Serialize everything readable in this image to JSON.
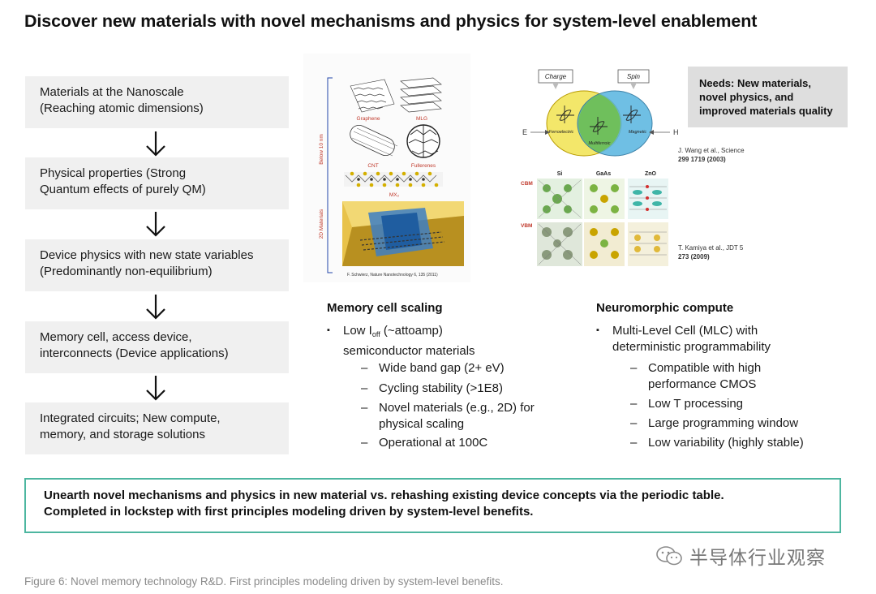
{
  "title": "Discover new materials with novel mechanisms and physics for system-level enablement",
  "flow": [
    {
      "line1": "Materials at the Nanoscale",
      "line2": "(Reaching atomic dimensions)"
    },
    {
      "line1": "Physical properties (Strong",
      "line2": "Quantum effects of purely QM)"
    },
    {
      "line1": "Device physics with new state variables",
      "line2": "(Predominantly non-equilibrium)"
    },
    {
      "line1": "Memory cell, access device,",
      "line2": "interconnects (Device applications)"
    },
    {
      "line1": "Integrated circuits; New compute,",
      "line2": "memory, and storage solutions"
    }
  ],
  "materials_panel": {
    "bracket_top": "Below 10 nm",
    "bracket_bottom": "2D Materials",
    "labels": [
      "Graphene",
      "MLG",
      "CNT",
      "Fullerenes",
      "MX₂"
    ],
    "source": "F. Schwierz, Nature Nanotechnology 6, 135 (2011)"
  },
  "multiferroic_panel": {
    "charge": "Charge",
    "spin": "Spin",
    "ferroelectric": "Ferroelectric",
    "magnetic": "Magnetic",
    "multiferroic": "Multiferroic",
    "arrow_left": "E",
    "arrow_right": "H",
    "cite_line1": "J. Wang et al., Science",
    "cite_line2": "299 1719 (2003)"
  },
  "band_panel": {
    "row_labels": [
      "CBM",
      "VBM"
    ],
    "col_labels": [
      "Si",
      "GaAs",
      "ZnO"
    ],
    "cite_line1": "T. Kamiya et al., JDT 5",
    "cite_line2": "273 (2009)"
  },
  "needs": {
    "line1": "Needs: New materials,",
    "line2": "novel physics, and",
    "line3": "improved materials quality"
  },
  "memory": {
    "heading": "Memory cell scaling",
    "bullet_pre": "Low I",
    "bullet_sub": "off",
    "bullet_post": " (~attoamp)",
    "bullet_line2": "semiconductor materials",
    "items": [
      {
        "line1": "Wide band gap (2+ eV)",
        "line2": ""
      },
      {
        "line1": "Cycling stability (>1E8)",
        "line2": ""
      },
      {
        "line1": "Novel materials (e.g., 2D) for",
        "line2": "physical scaling"
      },
      {
        "line1": "Operational at 100C",
        "line2": ""
      }
    ]
  },
  "neuro": {
    "heading": "Neuromorphic compute",
    "bullet_line1": "Multi-Level Cell (MLC) with",
    "bullet_line2": "deterministic programmability",
    "items": [
      {
        "line1": "Compatible with high",
        "line2": "performance CMOS"
      },
      {
        "line1": "Low T processing",
        "line2": ""
      },
      {
        "line1": "Large programming window",
        "line2": ""
      },
      {
        "line1": "Low variability (highly stable)",
        "line2": ""
      }
    ]
  },
  "conclusion": {
    "line1": "Unearth novel mechanisms and physics in new material vs. rehashing existing device concepts via the periodic table.",
    "line2": "Completed in lockstep with first principles modeling driven by system-level benefits."
  },
  "watermark": "半导体行业观察",
  "figure_caption": "Figure 6: Novel memory technology R&D. First principles modeling driven by system-level benefits.",
  "colors": {
    "accent_border": "#4db6a0",
    "box_bg": "#f0f0f0",
    "needs_bg": "#dedede"
  }
}
